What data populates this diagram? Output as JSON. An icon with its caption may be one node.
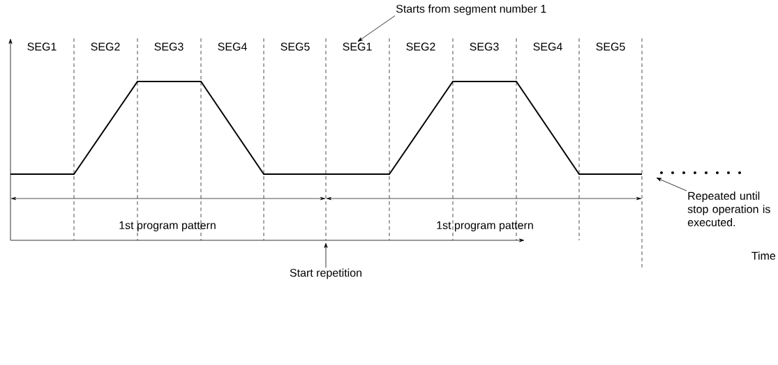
{
  "diagram": {
    "nodes": [
      {
        "text": [
          "Starts from segment number 1"
        ]
      },
      {
        "text": [
          "SEG1"
        ]
      },
      {
        "text": [
          "Repeated until stop operation is executed."
        ]
      },
      {
        "text": [
          "Start repetition"
        ]
      }
    ],
    "edges": [
      {
        "from": 0,
        "to": 1,
        "arrow": "to"
      },
      {
        "from": 2,
        "to": null,
        "arrow": "to"
      },
      {
        "from": 3,
        "to": null,
        "arrow": "to"
      }
    ],
    "labels": [
      "SEG1",
      "SEG2",
      "SEG3",
      "SEG4",
      "SEG5",
      "SEG2",
      "SEG3",
      "SEG4",
      "SEG5",
      "1st program pattern",
      "1st program pattern",
      "Time"
    ]
  }
}
